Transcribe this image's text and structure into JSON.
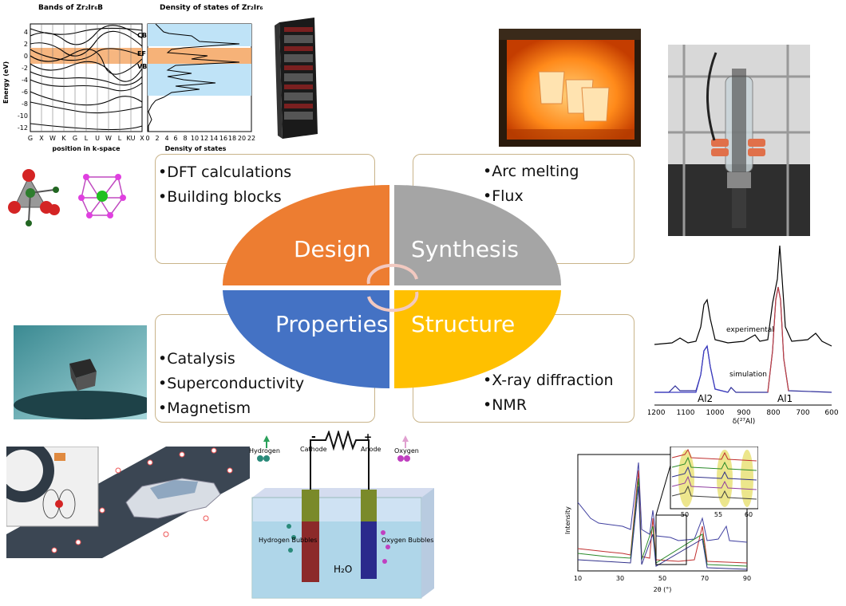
{
  "quadrants": {
    "design": {
      "label": "Design",
      "color": "#ed7d31"
    },
    "synthesis": {
      "label": "Synthesis",
      "color": "#a5a5a5"
    },
    "properties": {
      "label": "Properties",
      "color": "#4472c4"
    },
    "structure": {
      "label": "Structure",
      "color": "#ffc000"
    }
  },
  "boxes": {
    "design": [
      "•DFT calculations",
      "•Building blocks"
    ],
    "synthesis": [
      "•Arc melting",
      "•Flux"
    ],
    "properties": [
      "•Catalysis",
      "•Superconductivity",
      "•Magnetism"
    ],
    "structure": [
      "•X-ray diffraction",
      "•NMR"
    ]
  },
  "band_plot": {
    "title_bands": "Bands of Zr₂Ir₆B",
    "title_dos": "Density of states of Zr₂Ir₆B",
    "ylabel": "Energy (eV)",
    "xlabel_bands": "position in k-space",
    "xlabel_dos": "Density of states",
    "kpoints": [
      "G",
      "X",
      "W",
      "K",
      "G",
      "L",
      "U",
      "W",
      "L",
      "KU",
      "X"
    ],
    "yticks": [
      "4",
      "2",
      "0",
      "-2",
      "-4",
      "-6",
      "-8",
      "-10",
      "-12"
    ],
    "dos_ticks": [
      "0",
      "2",
      "4",
      "6",
      "8",
      "10",
      "12",
      "14",
      "16",
      "18",
      "20",
      "22"
    ],
    "labels": [
      "CB",
      "EF",
      "VB"
    ]
  },
  "nmr": {
    "curve_labels": [
      "experimental",
      "simulation"
    ],
    "peak_labels": [
      "Al2",
      "Al1"
    ],
    "xticks": [
      "1200",
      "1100",
      "1000",
      "900",
      "800",
      "700",
      "600"
    ],
    "xlabel": "δ(²⁷Al)"
  },
  "xrd": {
    "ylabel": "Intensity",
    "xlabel": "2θ (°)",
    "xticks": [
      "10",
      "30",
      "50",
      "70",
      "90"
    ],
    "inset_ticks": [
      "50",
      "55",
      "60"
    ]
  },
  "electrolysis": {
    "hydrogen": "Hydrogen",
    "oxygen": "Oxygen",
    "cathode": "Cathode",
    "anode": "Anode",
    "minus": "-",
    "plus": "+",
    "hydrogen_bubbles": "Hydrogen Bubbles",
    "oxygen_bubbles": "Oxygen Bubbles",
    "water": "H₂O"
  }
}
